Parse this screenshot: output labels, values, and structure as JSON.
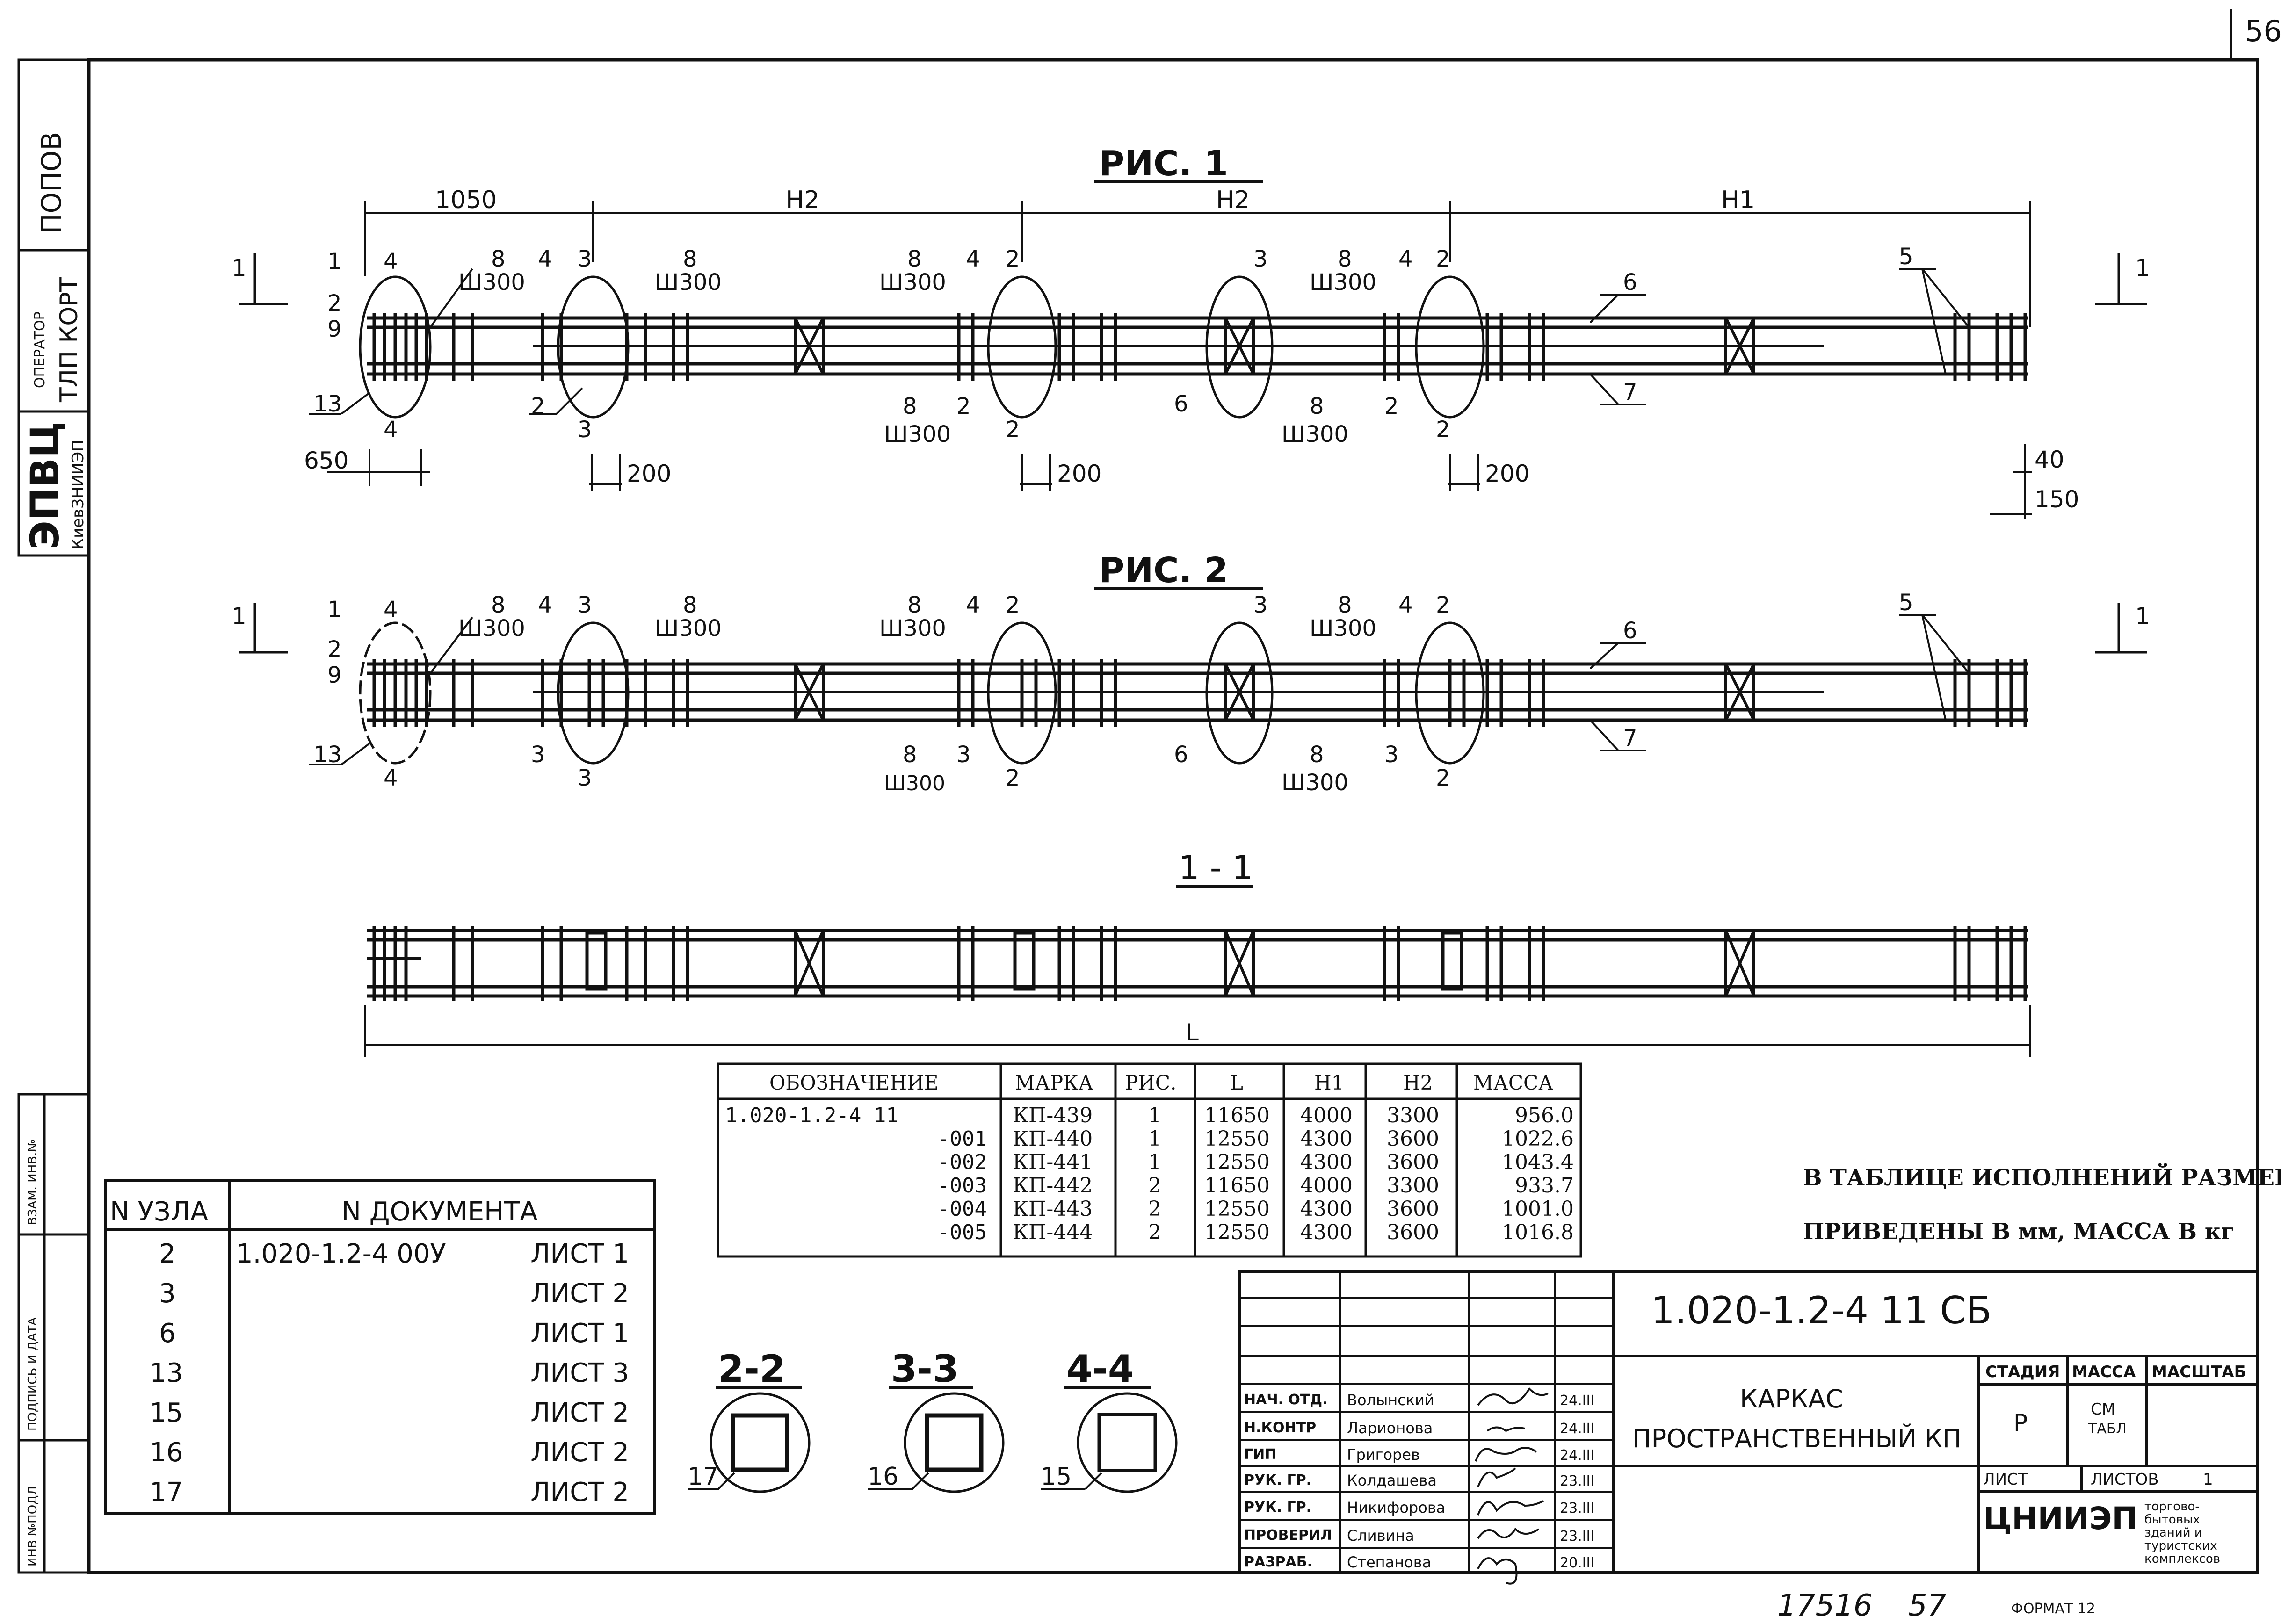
{
  "sheet_number": "56",
  "side_stamp": {
    "surname": "ПОПОВ",
    "operator_label": "ОПЕРАТОР",
    "operator_value": "ТЛП КОРТ",
    "org": "ЭПВЦ",
    "org_sub": "КиевЗНИИЭП",
    "field_vzam": "ВЗАМ. ИНВ.№",
    "field_sign": "ПОДПИСЬ И ДАТА",
    "field_inv": "ИНВ №ПОДЛ"
  },
  "fig1": {
    "title": "РИС. 1",
    "dims": [
      "1050",
      "Н2",
      "Н2",
      "Н1"
    ],
    "bottom_dims": [
      "650",
      "200",
      "200",
      "200"
    ],
    "right_dims": [
      "40",
      "150"
    ],
    "section_mark": "1",
    "sh300": "Ш300",
    "labels": {
      "n1": "1",
      "n2": "2",
      "n9": "9",
      "n13": "13",
      "n4": "4",
      "n3": "3",
      "n8": "8",
      "n6": "6",
      "n5": "5",
      "n7": "7"
    }
  },
  "fig2": {
    "title": "РИС. 2",
    "sh300": "Ш300",
    "sh300_alt": "Ш300"
  },
  "section_1_1": {
    "title": "1 - 1",
    "length_label": "L"
  },
  "exec_table": {
    "headers": [
      "ОБОЗНАЧЕНИЕ",
      "МАРКА",
      "РИС.",
      "L",
      "Н1",
      "Н2",
      "МАССА"
    ],
    "rows": [
      [
        "1.020-1.2-4 11",
        "КП-439",
        "1",
        "11650",
        "4000",
        "3300",
        "956.0"
      ],
      [
        "-001",
        "КП-440",
        "1",
        "12550",
        "4300",
        "3600",
        "1022.6"
      ],
      [
        "-002",
        "КП-441",
        "1",
        "12550",
        "4300",
        "3600",
        "1043.4"
      ],
      [
        "-003",
        "КП-442",
        "2",
        "11650",
        "4000",
        "3300",
        "933.7"
      ],
      [
        "-004",
        "КП-443",
        "2",
        "12550",
        "4300",
        "3600",
        "1001.0"
      ],
      [
        "-005",
        "КП-444",
        "2",
        "12550",
        "4300",
        "3600",
        "1016.8"
      ]
    ]
  },
  "note": {
    "line1": "В ТАБЛИЦЕ ИСПОЛНЕНИЙ РАЗМЕРЫ",
    "line2": "ПРИВЕДЕНЫ В мм, МАССА В кг"
  },
  "node_table": {
    "headers": [
      "N УЗЛА",
      "N ДОКУМЕНТА"
    ],
    "rows": [
      {
        "node": "2",
        "doc": "1.020-1.2-4 00У",
        "sheet": "ЛИСТ 1"
      },
      {
        "node": "3",
        "doc": "",
        "sheet": "ЛИСТ 2"
      },
      {
        "node": "6",
        "doc": "",
        "sheet": "ЛИСТ 1"
      },
      {
        "node": "13",
        "doc": "",
        "sheet": "ЛИСТ 3"
      },
      {
        "node": "15",
        "doc": "",
        "sheet": "ЛИСТ 2"
      },
      {
        "node": "16",
        "doc": "",
        "sheet": "ЛИСТ 2"
      },
      {
        "node": "17",
        "doc": "",
        "sheet": "ЛИСТ 2"
      }
    ]
  },
  "sections": [
    {
      "title": "2-2",
      "node": "17"
    },
    {
      "title": "3-3",
      "node": "16"
    },
    {
      "title": "4-4",
      "node": "15"
    }
  ],
  "title_block": {
    "code": "1.020-1.2-4 11 СБ",
    "name_line1": "КАРКАС",
    "name_line2": "ПРОСТРАНСТВЕННЫЙ КП",
    "stage_label": "СТАДИЯ",
    "mass_label": "МАССА",
    "scale_label": "МАСШТАБ",
    "stage": "Р",
    "mass_line1": "СМ",
    "mass_line2": "ТАБЛ",
    "sheet_label": "ЛИСТ",
    "sheets_label": "ЛИСТОВ",
    "sheets": "1",
    "org": "ЦНИИЭП",
    "org_sub": [
      "торгово-",
      "бытовых",
      "зданий и",
      "туристских",
      "комплексов"
    ],
    "people": [
      {
        "role": "НАЧ. ОТД.",
        "name": "Волынский",
        "date": "24.III"
      },
      {
        "role": "Н.КОНТР",
        "name": "Ларионова",
        "date": "24.III"
      },
      {
        "role": "ГИП",
        "name": "Григорев",
        "date": "24.III"
      },
      {
        "role": "РУК. ГР.",
        "name": "Колдашева",
        "date": "23.III"
      },
      {
        "role": "РУК. ГР.",
        "name": "Никифорова",
        "date": "23.III"
      },
      {
        "role": "ПРОВЕРИЛ",
        "name": "Сливина",
        "date": "23.III"
      },
      {
        "role": "РАЗРАБ.",
        "name": "Степанова",
        "date": "20.III"
      }
    ]
  },
  "footer": {
    "archive": "17516",
    "page": "57",
    "format": "ФОРМАТ 12"
  }
}
